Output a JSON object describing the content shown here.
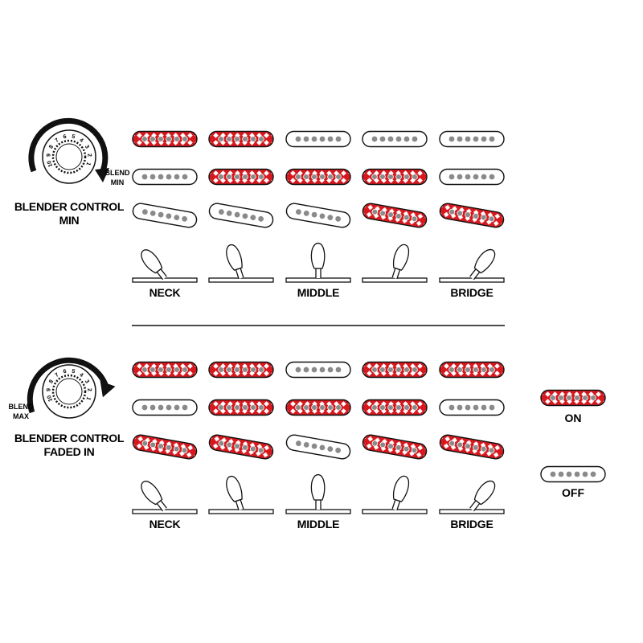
{
  "colors": {
    "on_fill": "#d7191f",
    "on_pattern": "#ffffff",
    "pole": "#8a8a8a",
    "outline": "#111111",
    "background": "#ffffff"
  },
  "icons": {
    "knob": "blender-knob-icon",
    "arrow": "rotation-arrow-icon",
    "switch": "pickup-selector-switch-icon",
    "pickup": "single-coil-pickup-icon"
  },
  "sections": [
    {
      "id": "min",
      "title_lines": [
        "BLENDER CONTROL",
        "MIN"
      ],
      "blend_label": [
        "BLEND",
        "MIN"
      ],
      "knob_numbers": [
        "1",
        "2",
        "3",
        "4",
        "5",
        "6",
        "7",
        "8",
        "9",
        "10"
      ],
      "positions": [
        {
          "caption": "NECK",
          "switch_angle": -38,
          "pickups": {
            "neck": true,
            "middle": false,
            "bridge": false
          }
        },
        {
          "caption": "",
          "switch_angle": -18,
          "pickups": {
            "neck": true,
            "middle": true,
            "bridge": false
          }
        },
        {
          "caption": "MIDDLE",
          "switch_angle": 0,
          "pickups": {
            "neck": false,
            "middle": true,
            "bridge": false
          }
        },
        {
          "caption": "",
          "switch_angle": 18,
          "pickups": {
            "neck": false,
            "middle": true,
            "bridge": true
          }
        },
        {
          "caption": "BRIDGE",
          "switch_angle": 38,
          "pickups": {
            "neck": false,
            "middle": false,
            "bridge": true
          }
        }
      ]
    },
    {
      "id": "faded",
      "title_lines": [
        "BLENDER CONTROL",
        "FADED IN"
      ],
      "blend_label": [
        "BLEND",
        "MAX"
      ],
      "knob_numbers": [
        "1",
        "2",
        "3",
        "4",
        "5",
        "6",
        "7",
        "8",
        "9",
        "10"
      ],
      "positions": [
        {
          "caption": "NECK",
          "switch_angle": -38,
          "pickups": {
            "neck": true,
            "middle": false,
            "bridge": true
          }
        },
        {
          "caption": "",
          "switch_angle": -18,
          "pickups": {
            "neck": true,
            "middle": true,
            "bridge": true
          }
        },
        {
          "caption": "MIDDLE",
          "switch_angle": 0,
          "pickups": {
            "neck": false,
            "middle": true,
            "bridge": false
          }
        },
        {
          "caption": "",
          "switch_angle": 18,
          "pickups": {
            "neck": true,
            "middle": true,
            "bridge": true
          }
        },
        {
          "caption": "BRIDGE",
          "switch_angle": 38,
          "pickups": {
            "neck": true,
            "middle": false,
            "bridge": true
          }
        }
      ]
    }
  ],
  "legend": {
    "on_label": "ON",
    "off_label": "OFF"
  }
}
